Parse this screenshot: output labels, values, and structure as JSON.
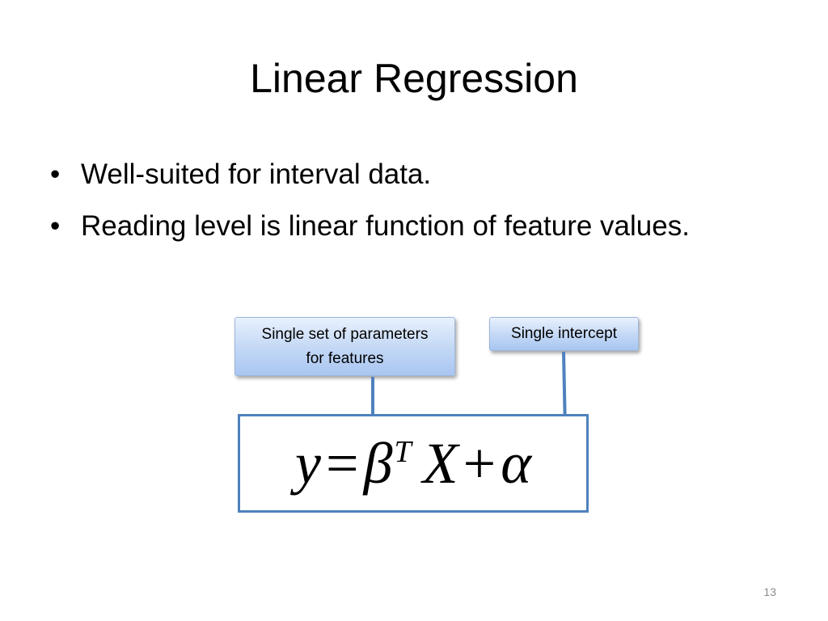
{
  "slide": {
    "title": "Linear Regression",
    "bullets": [
      "Well-suited for interval data.",
      "Reading level is linear function of feature values."
    ],
    "bullet_symbol": "•",
    "callouts": {
      "params": {
        "line1": "Single set of parameters",
        "line2": "for features"
      },
      "intercept": "Single intercept"
    },
    "formula": {
      "y": "y",
      "equals": "=",
      "beta": "β",
      "transpose": "T",
      "x": "X",
      "plus": "+",
      "alpha": "α"
    },
    "page_number": "13"
  },
  "colors": {
    "box_border": "#4f81bd",
    "arrow": "#4f81bd",
    "callout_fill": "#c2d7f5",
    "page_number": "#8c8c8c"
  }
}
